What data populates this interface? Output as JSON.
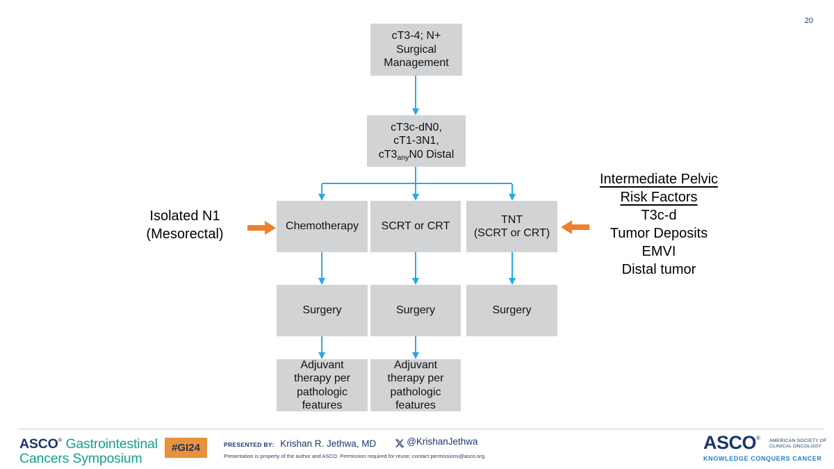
{
  "page_number": "20",
  "colors": {
    "box_gray": "#D2D3D5",
    "arrow_blue": "#29A9E0",
    "arrow_orange": "#F0802B",
    "badge_orange": "#E9923E",
    "navy": "#1C3768",
    "teal": "#12A189",
    "knowledge_blue": "#2083BE"
  },
  "flowchart": {
    "top": {
      "line1": "cT3-4; N+",
      "line2": "Surgical",
      "line3": "Management"
    },
    "stage": {
      "line1": "cT3c-dN0,",
      "line2": "cT1-3N1,",
      "line3_pre": "cT3",
      "line3_sub": "any",
      "line3_post": "N0 Distal"
    },
    "chemo": {
      "label": "Chemotherapy"
    },
    "scrt": {
      "label": "SCRT or CRT"
    },
    "tnt": {
      "line1": "TNT",
      "line2": "(SCRT or CRT)"
    },
    "surgery1": {
      "label": "Surgery"
    },
    "surgery2": {
      "label": "Surgery"
    },
    "surgery3": {
      "label": "Surgery"
    },
    "adjuvant1": {
      "line1": "Adjuvant",
      "line2": "therapy per",
      "line3": "pathologic",
      "line4": "features"
    },
    "adjuvant2": {
      "line1": "Adjuvant",
      "line2": "therapy per",
      "line3": "pathologic",
      "line4": "features"
    }
  },
  "annotations": {
    "left": {
      "line1": "Isolated N1",
      "line2": "(Mesorectal)"
    },
    "right": {
      "heading1": "Intermediate Pelvic",
      "heading2": "Risk Factors",
      "items": [
        "T3c-d",
        "Tumor Deposits",
        "EMVI",
        "Distal tumor"
      ]
    }
  },
  "footer": {
    "logo_left": {
      "asco": "ASCO",
      "reg": "®",
      "line1_rest": "Gastrointestinal",
      "line2": "Cancers Symposium"
    },
    "badge": "#GI24",
    "presented_by_label": "PRESENTED BY:",
    "presenter": "Krishan R. Jethwa, MD",
    "x_handle": "@KrishanJethwa",
    "disclaimer": "Presentation is property of the author and ASCO. Permission required for reuse; contact permissions@asco.org.",
    "logo_right": {
      "asco": "ASCO",
      "reg": "®",
      "society1": "AMERICAN SOCIETY OF",
      "society2": "CLINICAL ONCOLOGY",
      "tagline": "KNOWLEDGE CONQUERS CANCER"
    }
  }
}
